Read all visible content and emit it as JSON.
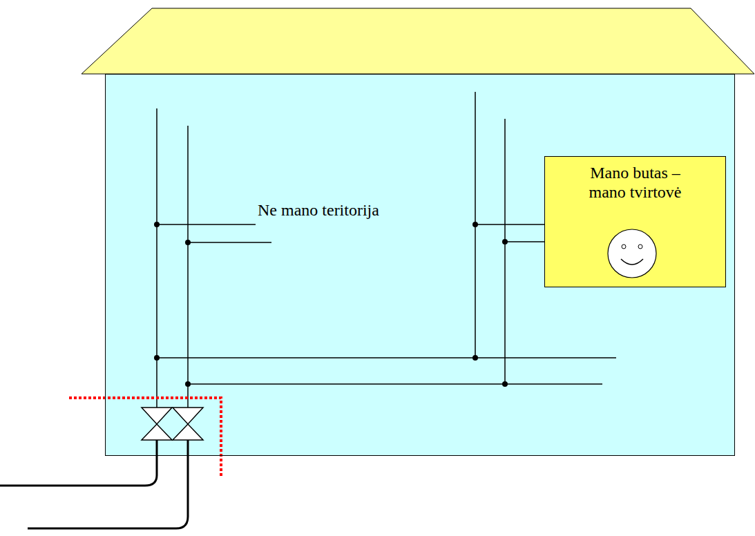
{
  "diagram": {
    "nodes": [
      {
        "text": [
          "Ne mano teritorija"
        ]
      },
      {
        "text": [
          "Mano butas – mano tvirtovė"
        ],
        "in": 0
      }
    ]
  }
}
